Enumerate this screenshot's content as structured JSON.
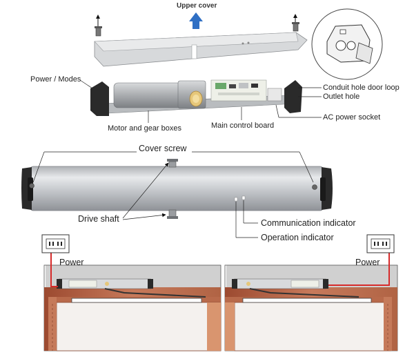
{
  "diagram": {
    "labels": {
      "upper_cover": "Upper cover",
      "power_modes": "Power / Modes",
      "conduit_hole": "Conduit hole door loop",
      "outlet_hole": "Outlet hole",
      "ac_power_socket": "AC power socket",
      "motor_gear_boxes": "Motor and gear boxes",
      "main_control_board": "Main control board",
      "cover_screw": "Cover screw",
      "drive_shaft": "Drive shaft",
      "communication_indicator": "Communication indicator",
      "operation_indicator": "Operation indicator",
      "power_left": "Power",
      "power_right": "Power"
    },
    "colors": {
      "housing": "#c9ccd0",
      "end_cap": "#2a2a2a",
      "arrow_blue": "#2f6fc4",
      "power_wire": "#d62a2a",
      "wall": "#a9563a",
      "ceiling": "#d0d0d0"
    }
  }
}
